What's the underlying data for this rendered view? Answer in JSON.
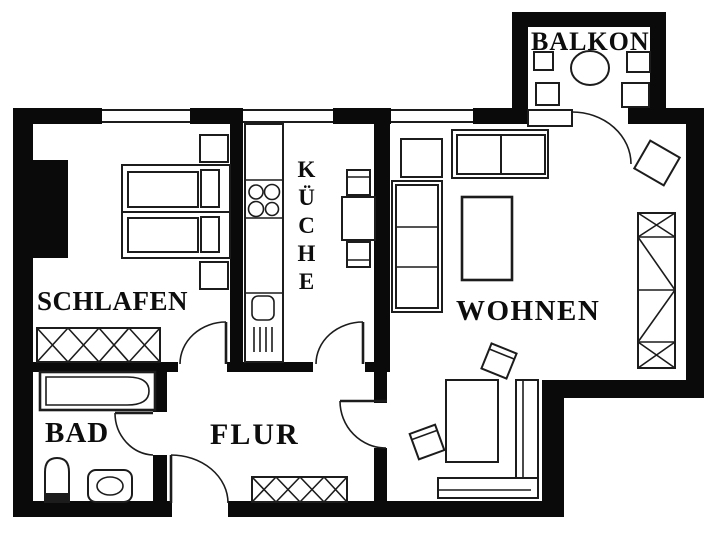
{
  "diagram": {
    "type": "apartment-floor-plan",
    "colors": {
      "wall": "#0a0a0a",
      "line": "#1c1c1c",
      "background": "#ffffff"
    },
    "rooms": [
      {
        "id": "balkon",
        "label": "BALKON",
        "furniture": [
          "round-table",
          "four-stools"
        ]
      },
      {
        "id": "schlafen",
        "label": "SCHLAFEN",
        "furniture": [
          "double-bed",
          "two-nightstands",
          "wardrobe-x-hatched",
          "duct-shaft"
        ]
      },
      {
        "id": "kueche",
        "label": "KÜCHE",
        "furniture": [
          "counter",
          "stove-four-burners",
          "sink",
          "radiator",
          "table",
          "two-chairs"
        ]
      },
      {
        "id": "wohnen",
        "label": "WOHNEN",
        "furniture": [
          "sofa",
          "tv-square",
          "shelf",
          "coffee-table",
          "tall-cabinet-x-hatched",
          "dining-table",
          "corner-bench",
          "three-tilted-chairs"
        ]
      },
      {
        "id": "bad",
        "label": "BAD",
        "furniture": [
          "bathtub",
          "toilet",
          "washbasin"
        ]
      },
      {
        "id": "flur",
        "label": "FLUR",
        "furniture": [
          "doormat-x-hatched"
        ]
      }
    ]
  },
  "labels": {
    "balkon": "BALKON",
    "schlafen": "SCHLAFEN",
    "kueche": "KÜCHE",
    "wohnen": "WOHNEN",
    "bad": "BAD",
    "flur": "FLUR"
  }
}
